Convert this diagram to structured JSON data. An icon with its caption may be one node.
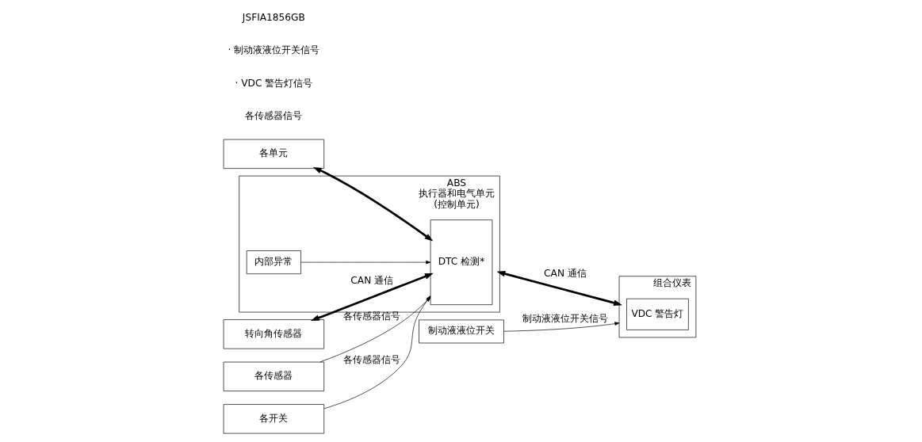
{
  "diagram": {
    "nodes": [
      {
        "text": [
          "各单元"
        ]
      },
      {
        "text": [
          "转向角传感器"
        ]
      },
      {
        "text": [
          "各传感器"
        ]
      },
      {
        "text": [
          "各开关"
        ]
      },
      {
        "text": [
          "ABS 执行器和电气单元 (控制单元)"
        ]
      },
      {
        "text": [
          "DTC 检测*"
        ],
        "in": 4
      },
      {
        "text": [
          "内部异常"
        ],
        "in": 4
      },
      {
        "text": [
          "制动液液位开关"
        ]
      },
      {
        "text": [
          "组合仪表"
        ]
      },
      {
        "text": [
          "VDC 警告灯"
        ],
        "in": 8
      }
    ],
    "edges": [
      {
        "from": 0,
        "to": 5,
        "arrow": "both",
        "style": "thick"
      },
      {
        "from": 1,
        "to": 5,
        "arrow": "both",
        "style": "thick",
        "label": "CAN 通信"
      },
      {
        "from": 2,
        "to": 5,
        "arrow": "to",
        "label": "各传感器信号"
      },
      {
        "from": 3,
        "to": 5,
        "arrow": "to",
        "label": "各传感器信号"
      },
      {
        "from": 6,
        "to": 5,
        "arrow": "to"
      },
      {
        "from": 4,
        "to": 8,
        "arrow": "both",
        "style": "thick",
        "label": "CAN 通信"
      },
      {
        "from": 7,
        "to": 8,
        "arrow": "to",
        "label": "制动液液位开关信号"
      }
    ],
    "labels": [
      "各传感器信号",
      "· VDC 警告灯信号",
      "· 制动液液位开关信号",
      "JSFIA1856GB"
    ]
  }
}
